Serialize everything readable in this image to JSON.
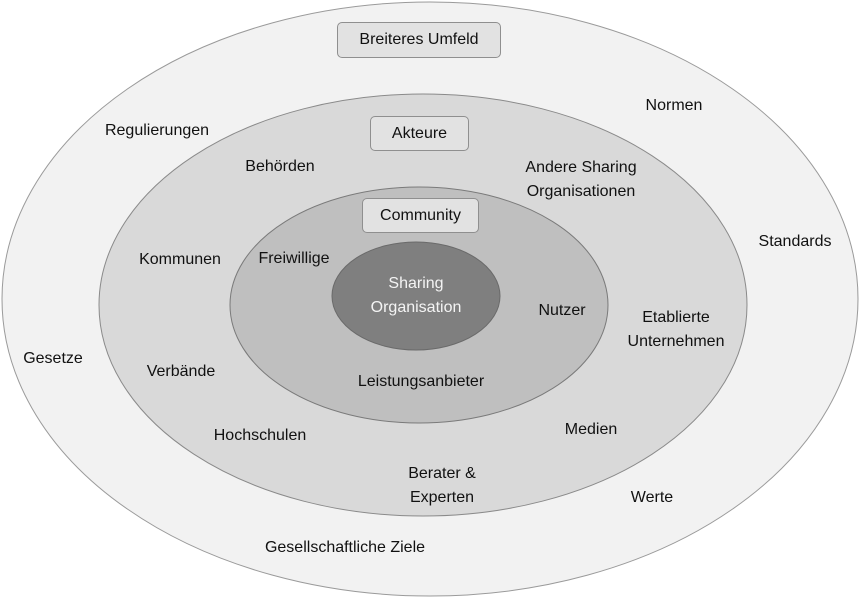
{
  "rings": {
    "outer": {
      "title": "Breiteres Umfeld",
      "color": "#f2f2f2",
      "items": [
        "Normen",
        "Regulierungen",
        "Standards",
        "Gesetze",
        "Werte",
        "Gesellschaftliche Ziele"
      ]
    },
    "middle": {
      "title": "Akteure",
      "color": "#d9d9d9",
      "items": [
        "Behörden",
        "Andere Sharing\nOrganisationen",
        "Kommunen",
        "Etablierte\nUnternehmen",
        "Verbände",
        "Hochschulen",
        "Medien",
        "Berater &\nExperten"
      ]
    },
    "inner": {
      "title": "Community",
      "color": "#bfbfbf",
      "items": [
        "Freiwillige",
        "Nutzer",
        "Leistungsanbieter"
      ]
    },
    "core": {
      "title": "Sharing\nOrganisation",
      "color": "#7f7f7f"
    }
  }
}
